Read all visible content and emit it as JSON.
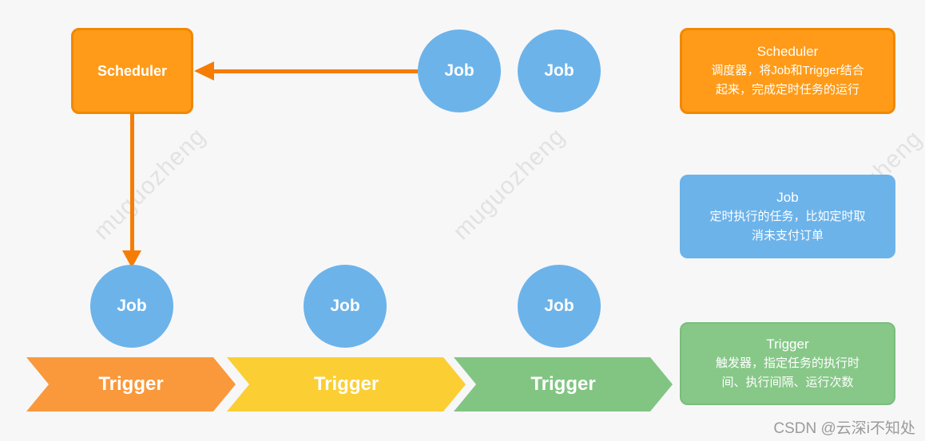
{
  "page": {
    "background": "#f7f7f8",
    "credit": "CSDN @云深i不知处"
  },
  "watermark": {
    "text": "muguozheng",
    "color": "#e2e2e2"
  },
  "diagram": {
    "scheduler": {
      "label": "Scheduler",
      "fill": "#FF9B18",
      "border": "#F18800"
    },
    "arrow_color": "#F57D05",
    "job_color": "#6CB3EA",
    "top_jobs": [
      "Job",
      "Job"
    ],
    "bottom_jobs": [
      "Job",
      "Job",
      "Job"
    ],
    "triggers": [
      {
        "label": "Trigger",
        "color": "#F9993B"
      },
      {
        "label": "Trigger",
        "color": "#FBCE34"
      },
      {
        "label": "Trigger",
        "color": "#82C583"
      }
    ]
  },
  "legend": [
    {
      "title": "Scheduler",
      "line1": "调度器，将Job和Trigger结合",
      "line2": "起来，完成定时任务的运行",
      "color": "#FF9B18"
    },
    {
      "title": "Job",
      "line1": "定时执行的任务，比如定时取",
      "line2": "消未支付订单",
      "color": "#6CB3EA"
    },
    {
      "title": "Trigger",
      "line1": "触发器，指定任务的执行时",
      "line2": "间、执行间隔、运行次数",
      "color": "#87C888"
    }
  ]
}
